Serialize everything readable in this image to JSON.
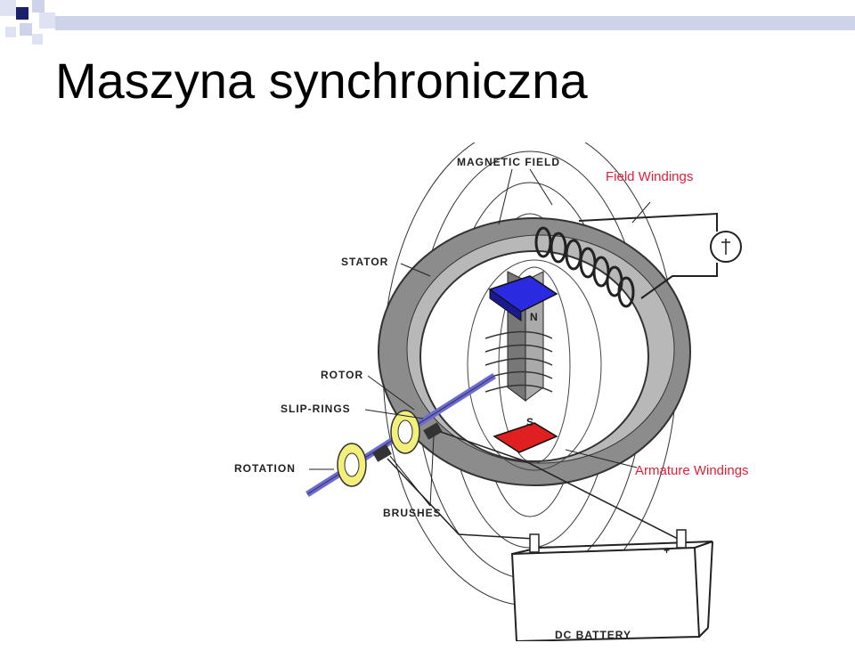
{
  "slide": {
    "title": "Maszyna synchroniczna"
  },
  "diagram": {
    "labels": {
      "magnetic_field": "MAGNETIC FIELD",
      "field_windings": "Field Windings",
      "stator": "STATOR",
      "rotor": "ROTOR",
      "slip_rings": "SLIP-RINGS",
      "rotation": "ROTATION",
      "brushes": "BRUSHES",
      "armature_windings": "Armature Windings",
      "dc_battery": "DC BATTERY",
      "pole_n": "N",
      "pole_s": "S",
      "minus": "−",
      "plus": "+"
    },
    "colors": {
      "stator": "#8c8c8c",
      "stator_inner": "#b8b8b8",
      "rotor_north": "#2a2ae0",
      "rotor_south": "#e02020",
      "rotor_core": "#999999",
      "slip_ring": "#f2f07a",
      "shaft": "#6b6bd8",
      "label_red": "#e0203a"
    }
  }
}
